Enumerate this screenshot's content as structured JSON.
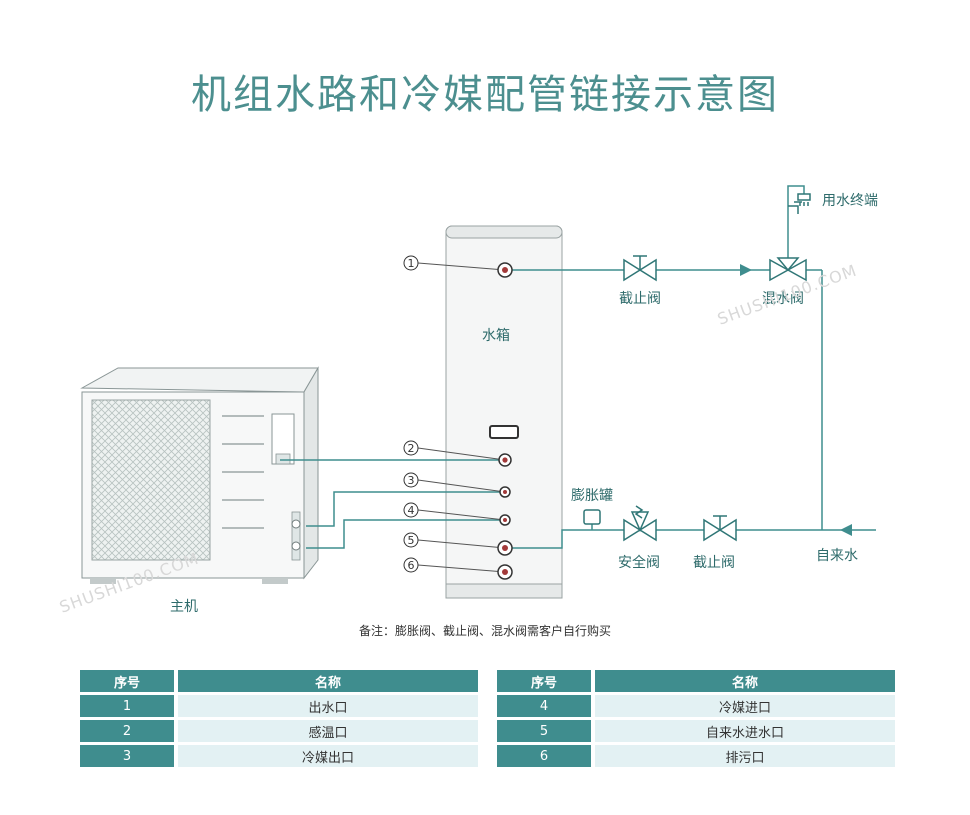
{
  "title": "机组水路和冷媒配管链接示意图",
  "labels": {
    "tank": "水箱",
    "host": "主机",
    "end_use": "用水终端",
    "mixing_valve": "混水阀",
    "stop_valve_top": "截止阀",
    "stop_valve_bottom": "截止阀",
    "safety_valve": "安全阀",
    "expansion_tank": "膨胀罐",
    "tap_water": "自来水"
  },
  "ports": [
    "1",
    "2",
    "3",
    "4",
    "5",
    "6"
  ],
  "watermarks": [
    "SHUSHI100.COM",
    "SHUSHI100.COM"
  ],
  "note": "备注：膨胀阀、截止阀、混水阀需客户自行购买",
  "table": {
    "headers": {
      "no": "序号",
      "name": "名称"
    },
    "left": [
      {
        "no": "1",
        "name": "出水口"
      },
      {
        "no": "2",
        "name": "感温口"
      },
      {
        "no": "3",
        "name": "冷媒出口"
      }
    ],
    "right": [
      {
        "no": "4",
        "name": "冷媒进口"
      },
      {
        "no": "5",
        "name": "自来水进水口"
      },
      {
        "no": "6",
        "name": "排污口"
      }
    ]
  },
  "colors": {
    "title": "#4c8f8f",
    "line": "#3f8d8e",
    "label": "#2e6b6b",
    "table_header": "#3f8d8e",
    "table_cell": "#e3f1f3"
  }
}
